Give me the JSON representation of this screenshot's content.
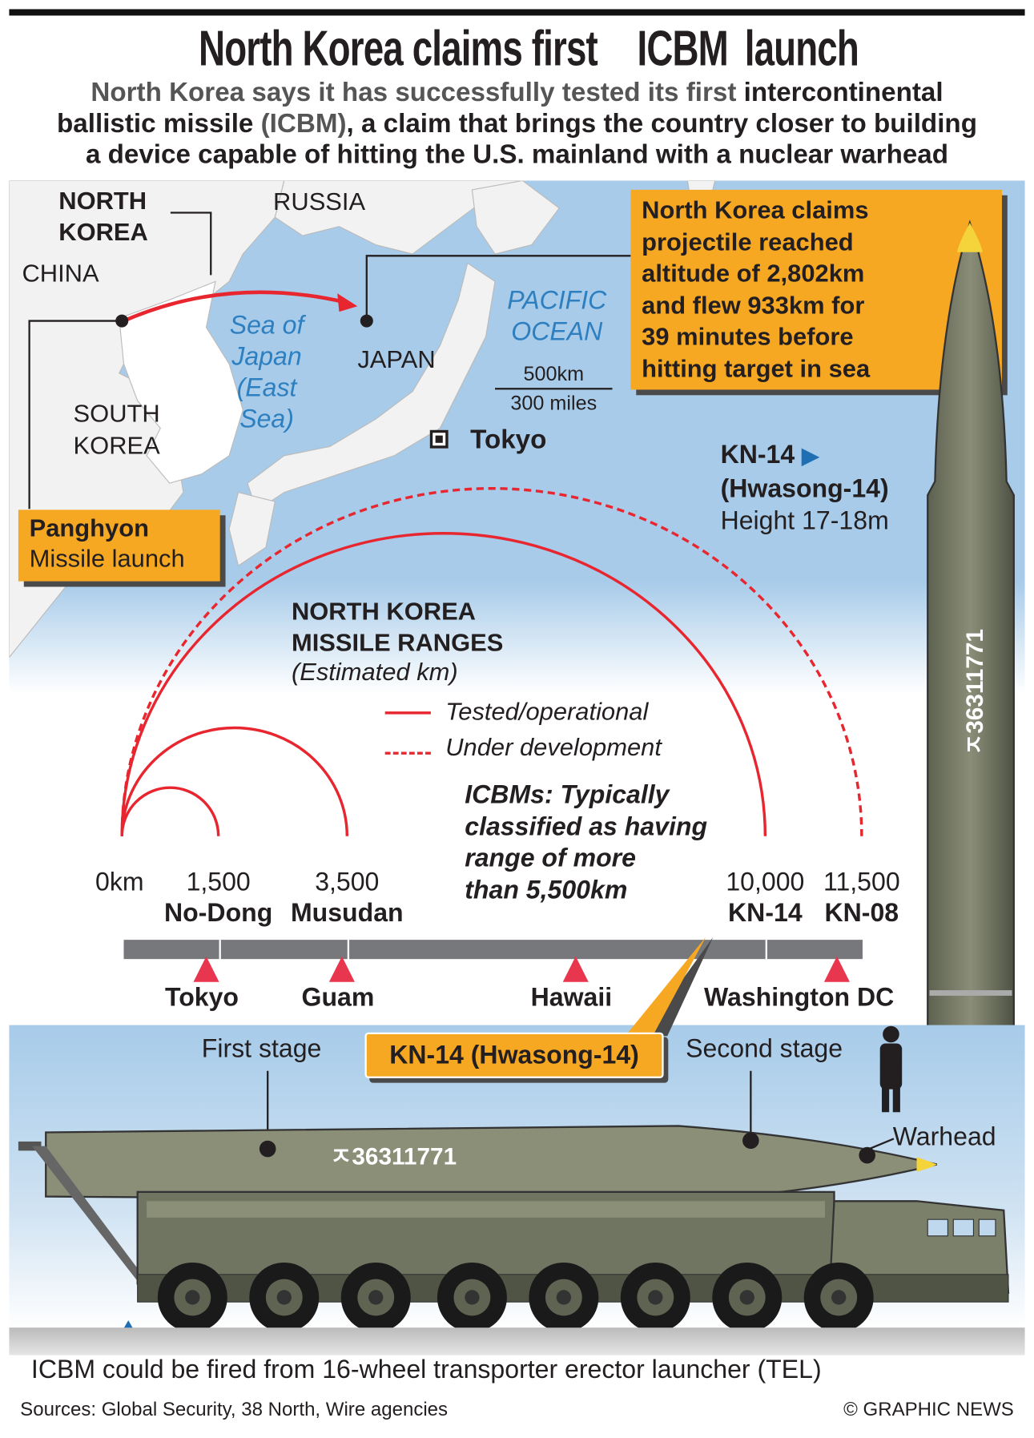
{
  "header": {
    "title_prefix": "North Korea claims first ",
    "title_highlight": "ICBM",
    "title_suffix": " launch",
    "subtitle_gray": "North Korea says it has successfully tested its first",
    "subtitle_black_1": " intercontinental",
    "subtitle_line2_a": "ballistic missile ",
    "subtitle_line2_b": "(ICBM)",
    "subtitle_line2_c": ", a claim that brings the country closer to building",
    "subtitle_line3": "a device capable of hitting the U.S. mainland with a nuclear warhead"
  },
  "map": {
    "north_korea": "NORTH",
    "north_korea_2": "KOREA",
    "russia": "RUSSIA",
    "china": "CHINA",
    "south_korea": "SOUTH",
    "south_korea_2": "KOREA",
    "japan": "JAPAN",
    "sea_of_japan": [
      "Sea of",
      "Japan",
      "(East",
      "Sea)"
    ],
    "pacific": [
      "PACIFIC",
      "OCEAN"
    ],
    "scale_km": "500km",
    "scale_miles": "300 miles",
    "tokyo": "Tokyo",
    "launch_site": "Panghyon",
    "launch_site_desc": "Missile launch",
    "claim": [
      "North Korea claims",
      "projectile reached",
      "altitude of 2,802km",
      "and flew 933km for",
      "39 minutes before",
      "hitting target in sea"
    ]
  },
  "missile": {
    "name": "KN-14",
    "alt_name": "(Hwasong-14)",
    "height": "Height 17-18m",
    "serial": "ㅈ36311771"
  },
  "ranges": {
    "title_1": "NORTH KOREA",
    "title_2": "MISSILE RANGES",
    "subtitle": "(Estimated km)",
    "legend_tested": "Tested/operational",
    "legend_dev": "Under development",
    "note": [
      "ICBMs: Typically",
      "classified as having",
      "range of more",
      "than 5,500km"
    ],
    "zero_label": "0km",
    "max_km": 11500,
    "colors": {
      "arc": "#e8262f",
      "target": "#e8364f"
    },
    "missiles": [
      {
        "name": "No-Dong",
        "km": 1500,
        "label": "1,500",
        "status": "tested"
      },
      {
        "name": "Musudan",
        "km": 3500,
        "label": "3,500",
        "status": "tested"
      },
      {
        "name": "KN-14",
        "km": 10000,
        "label": "10,000",
        "status": "tested"
      },
      {
        "name": "KN-08",
        "km": 11500,
        "label": "11,500",
        "status": "development"
      }
    ],
    "targets": [
      "Tokyo",
      "Guam",
      "Hawaii",
      "Washington DC"
    ],
    "callout": "KN-14 (Hwasong-14)"
  },
  "launcher": {
    "first_stage": "First stage",
    "second_stage": "Second stage",
    "warhead": "Warhead",
    "caption": "ICBM could be fired from 16-wheel transporter erector launcher (TEL)"
  },
  "footer": {
    "sources": "Sources: Global Security, 38 North, Wire agencies",
    "credit": "© GRAPHIC NEWS"
  }
}
